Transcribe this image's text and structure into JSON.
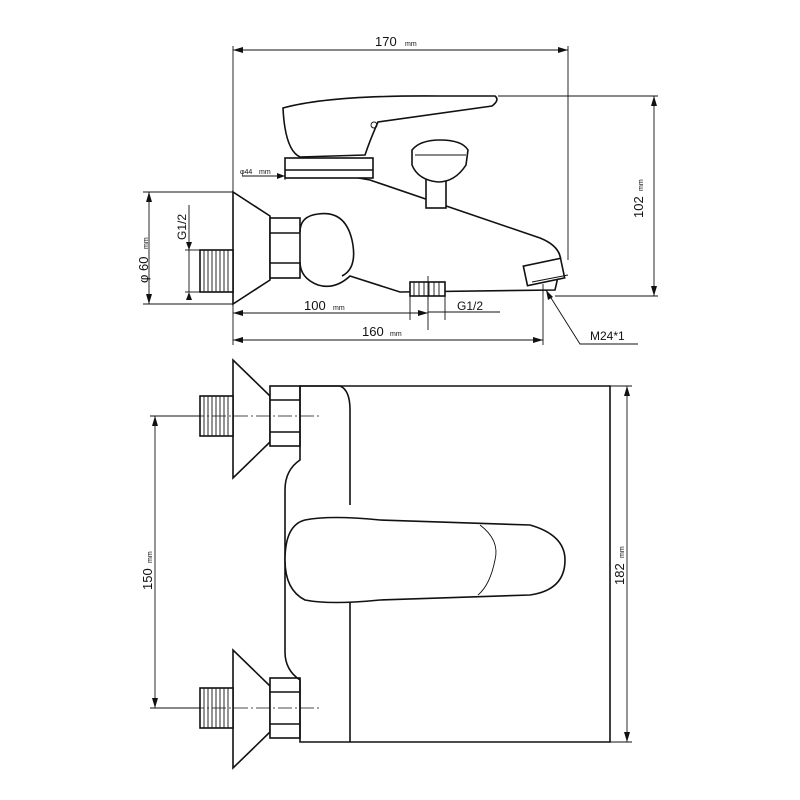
{
  "dimensions": {
    "overall_length": {
      "value": "170",
      "unit": "mm"
    },
    "height": {
      "value": "102",
      "unit": "mm"
    },
    "wall_plate": {
      "value": "φ 60",
      "unit": "mm"
    },
    "spout_reach": {
      "value": "100",
      "unit": "mm"
    },
    "outlet_reach": {
      "value": "160",
      "unit": "mm"
    },
    "inlet_spacing": {
      "value": "150",
      "unit": "mm"
    },
    "overall_width": {
      "value": "182",
      "unit": "mm"
    },
    "handle_dia": {
      "value": "φ44",
      "unit": "mm"
    }
  },
  "threads": {
    "inlet": "G1/2",
    "outlet": "G1/2",
    "aerator": "M24*1"
  }
}
